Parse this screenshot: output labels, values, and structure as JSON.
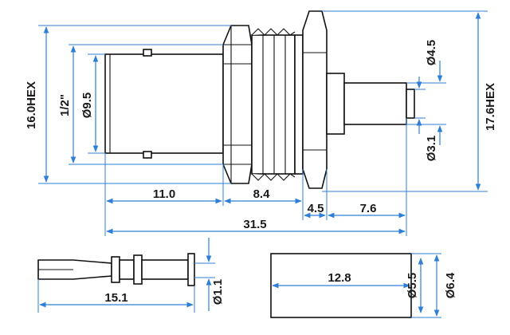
{
  "dimensions": {
    "hex_body": "16.0HEX",
    "thread": "1/2\"",
    "dia_body": "Ø9.5",
    "dia_pin_top": "Ø4.5",
    "hex_nut": "17.6HEX",
    "dia_sleeve_in": "Ø3.1",
    "len_front": "11.0",
    "len_mid": "8.4",
    "len_nut": "4.5",
    "len_rear": "7.6",
    "len_total": "31.5",
    "len_pin": "15.1",
    "dia_pin": "Ø1.1",
    "len_ferrule": "12.8",
    "dia_ferrule_in": "Ø5.5",
    "dia_ferrule_out": "Ø6.4"
  }
}
